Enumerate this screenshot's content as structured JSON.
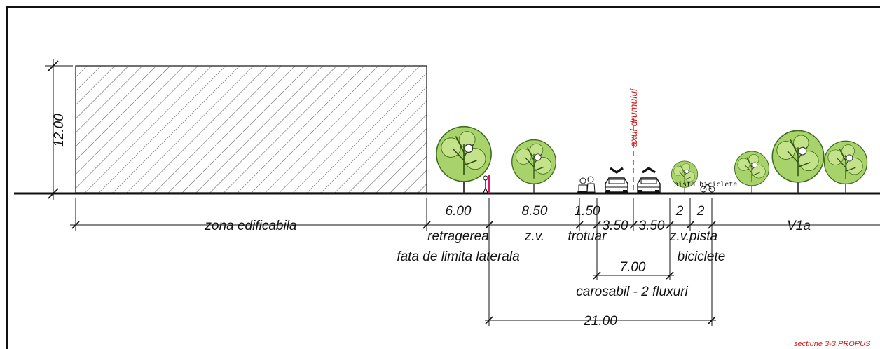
{
  "section": {
    "title": "sectiune 3-3 PROPUS",
    "axis_label": "axul drumului",
    "height_dim": "12.00",
    "zone_label": "zona edificabila",
    "retragere": {
      "dim": "6.00",
      "label1": "retragerea",
      "label2": "fata de limita laterala"
    },
    "zv": {
      "dim": "8.50",
      "label": "z.v."
    },
    "trotuar": {
      "dim": "1.50",
      "label": "trotuar"
    },
    "lanes": {
      "left": "3.50",
      "right": "3.50"
    },
    "zv_small": {
      "dim": "2",
      "label": "z.v."
    },
    "pista": {
      "dim": "2",
      "label1": "pista",
      "label2": "biciclete",
      "sign": "pista biciclete"
    },
    "v1a": "V1a",
    "carosabil": {
      "dim": "7.00",
      "label": "carosabil - 2 fluxuri"
    },
    "total": "21.00"
  },
  "colors": {
    "axis": "#d61a1a",
    "tree_fill": "#a8d36a",
    "hatch": "#555555",
    "line": "#111111"
  },
  "icons": [
    "tree-icon",
    "car-icon",
    "pedestrian-icon",
    "cyclist-icon",
    "bicycle-sign-icon"
  ]
}
